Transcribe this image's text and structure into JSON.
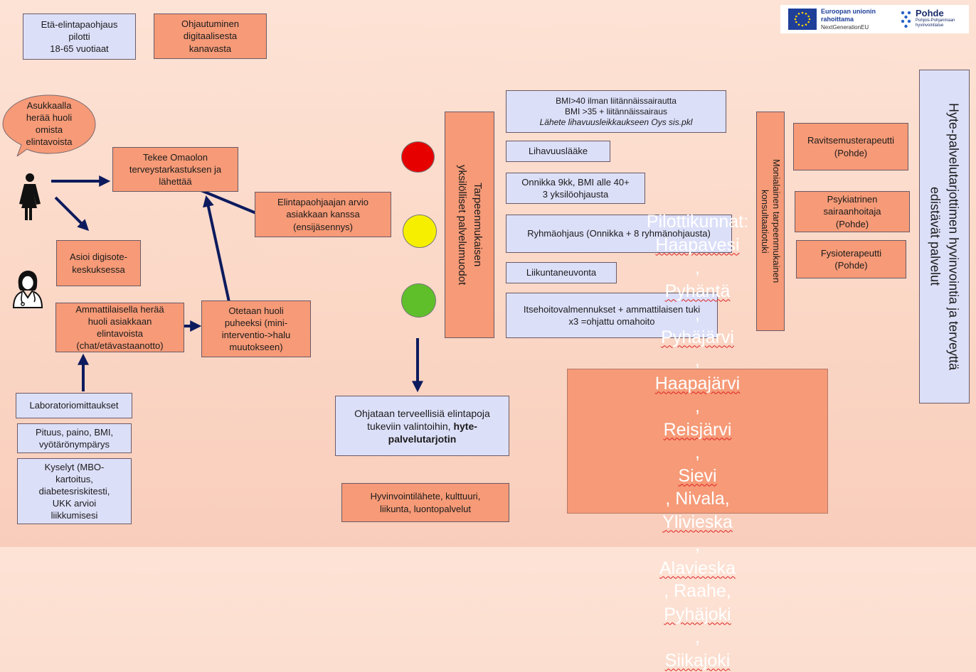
{
  "top": {
    "pilot": [
      "Etä-elintapaohjaus",
      "pilotti",
      "18-65 vuotiaat"
    ],
    "digital": [
      "Ohjautuminen",
      "digitaalisesta",
      "kanavasta"
    ]
  },
  "logo": {
    "eu_line1": "Euroopan unionin",
    "eu_line2": "rahoittama",
    "eu_line3": "NextGenerationEU",
    "pohde_name": "Pohde",
    "pohde_sub1": "Pohjois-Pohjanmaan",
    "pohde_sub2": "hyvinvointialue"
  },
  "speech": [
    "Asukkaalla",
    "herää huoli",
    "omista",
    "elintavoista"
  ],
  "boxes": {
    "omaolon": [
      "Tekee Omaolon",
      "terveystarkastuksen ja",
      "lähettää"
    ],
    "arvio": [
      "Elintapaohjaajan arvio",
      "asiakkaan kanssa",
      "(ensijäsennys)"
    ],
    "digisote": [
      "Asioi digisote-",
      "keskuksessa"
    ],
    "ammattilainen": [
      "Ammattilaisella herää",
      "huoli asiakkaan",
      "elintavoista",
      "(chat/etävastaanotto)"
    ],
    "huoli": [
      "Otetaan huoli",
      "puheeksi (mini-",
      "interventio->halu",
      "muutokseen)"
    ],
    "lab": "Laboratoriomittaukset",
    "pituus": [
      "Pituus, paino, BMI,",
      "vyötärönympärys"
    ],
    "kyselyt": [
      "Kyselyt (MBO-",
      "kartoitus,",
      "diabetesriskitesti,",
      "UKK arvioi",
      "liikkumisesi"
    ],
    "ohjataan_line1": "Ohjataan terveellisiä elintapoja",
    "ohjataan_line2": "tukeviin valintoihin,",
    "ohjataan_bold1": "hyte-",
    "ohjataan_bold2": "palvelutarjotin",
    "hyvinvointi": [
      "Hyvinvointilähete, kulttuuri,",
      "liikunta, luontopalvelut"
    ],
    "tarpeen": "Tarpeenmukaisen\nyksilölliset palvelumuodot",
    "bmi1": "BMI>40 ilman liitännäissairautta",
    "bmi2": "BMI >35 + liitännäissairaus",
    "bmi3": "Lähete lihavuusleikkaukseen Oys sis.pkl",
    "lihavuus": "Lihavuuslääke",
    "onnikka": [
      "Onnikka 9kk, BMI alle 40+",
      "3 yksilöohjausta"
    ],
    "ryhma": "Ryhmäohjaus (Onnikka + 8 ryhmänohjausta)",
    "liikunta": "Liikuntaneuvonta",
    "itsehoito": [
      "Itsehoitovalmennukset + ammattilaisen tuki",
      "x3 =ohjattu omahoito"
    ],
    "moni": "Monialainen tarpeenmukainen\nkonsultaatiotuki",
    "ravitsemus": [
      "Ravitsemusterapeutti",
      "(Pohde)"
    ],
    "psyk": [
      "Psykiatrinen",
      "sairaanhoitaja",
      "(Pohde)"
    ],
    "fysio": [
      "Fysioterapeutti",
      "(Pohde)"
    ],
    "hyte": "Hyte-palvelutarjottimen hyvinvointia ja terveyttä\nedistävät palvelut"
  },
  "pilotti": [
    {
      "text": "Pilottikunnat: "
    },
    {
      "text": "Haapavesi",
      "squig": true
    },
    {
      "text": ", "
    },
    {
      "text": "Pyhäntä",
      "squig": true
    },
    {
      "text": ", "
    },
    {
      "text": "Pyhäjärvi",
      "squig": true
    },
    {
      "text": ", "
    },
    {
      "text": "Haapajärvi",
      "squig": true
    },
    {
      "text": ", "
    },
    {
      "text": "Reisjärvi",
      "squig": true
    },
    {
      "text": ", "
    },
    {
      "text": "Sievi",
      "squig": true
    },
    {
      "text": ", Nivala, "
    },
    {
      "text": "Ylivieska",
      "squig": true
    },
    {
      "text": ", "
    },
    {
      "text": "Alavieska",
      "squig": true
    },
    {
      "text": ", Raahe, "
    },
    {
      "text": "Pyhäjoki",
      "squig": true
    },
    {
      "text": ", "
    },
    {
      "text": "Siikajoki",
      "squig": true
    }
  ],
  "colors": {
    "arrow": "#0d1b5e",
    "traffic_red": "#e60000",
    "traffic_yellow": "#f6f000",
    "traffic_green": "#5fbf2a",
    "box_orange": "#f69a77",
    "box_blue": "#dcdff8"
  }
}
